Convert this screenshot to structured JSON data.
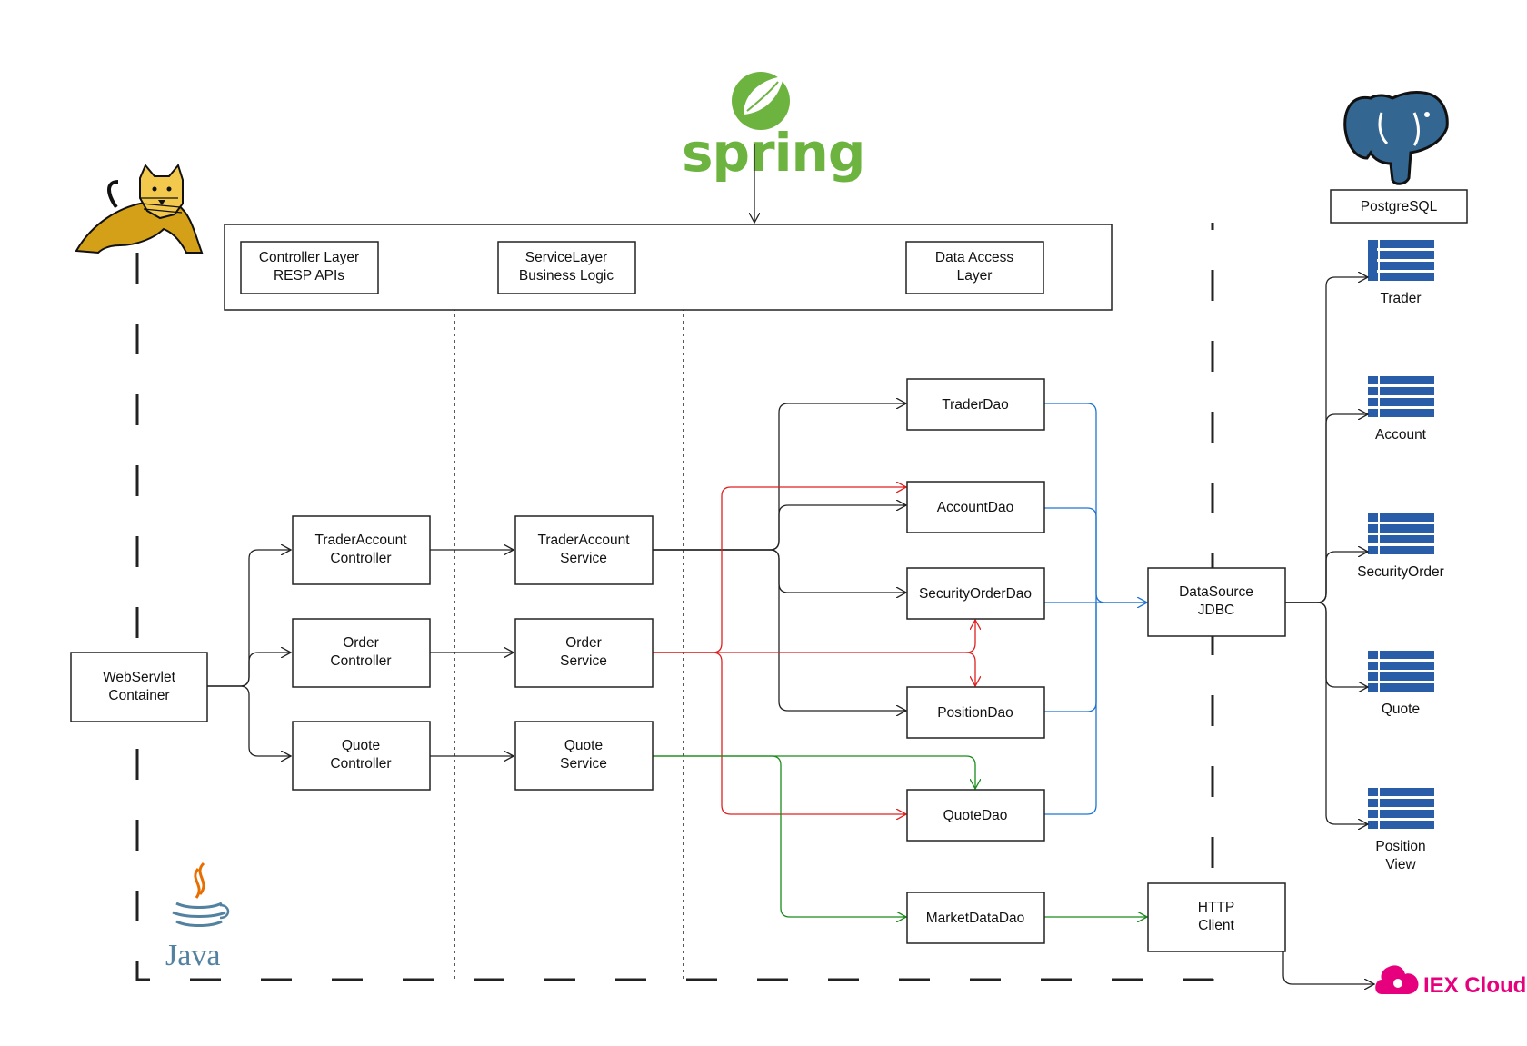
{
  "layers": {
    "controller": [
      "Controller Layer",
      "RESP APIs"
    ],
    "service": [
      "ServiceLayer",
      "Business Logic"
    ],
    "dao": [
      "Data Access",
      "Layer"
    ]
  },
  "nodes": {
    "webservlet": [
      "WebServlet",
      "Container"
    ],
    "trader_controller": [
      "TraderAccount",
      "Controller"
    ],
    "order_controller": [
      "Order",
      "Controller"
    ],
    "quote_controller": [
      "Quote",
      "Controller"
    ],
    "trader_service": [
      "TraderAccount",
      "Service"
    ],
    "order_service": [
      "Order",
      "Service"
    ],
    "quote_service": [
      "Quote",
      "Service"
    ],
    "trader_dao": "TraderDao",
    "account_dao": "AccountDao",
    "security_order_dao": "SecurityOrderDao",
    "position_dao": "PositionDao",
    "quote_dao": "QuoteDao",
    "market_data_dao": "MarketDataDao",
    "datasource": [
      "DataSource",
      "JDBC"
    ],
    "http_client": [
      "HTTP",
      "Client"
    ]
  },
  "database": {
    "name": "PostgreSQL",
    "tables": [
      "Trader",
      "Account",
      "SecurityOrder",
      "Quote"
    ],
    "position_view": [
      "Position",
      "View"
    ]
  },
  "brands": {
    "spring": "spring",
    "java": "Java",
    "iex": "IEX Cloud"
  },
  "colors": {
    "line": "#222222",
    "red_flow": "#e02020",
    "green_flow": "#1a8a1a",
    "blue_flow": "#1e73d2",
    "spring_green": "#6db33f",
    "postgres_blue": "#336791",
    "table_blue": "#2a5da8",
    "iex_pink": "#e6007e",
    "java_blue": "#5382a1",
    "java_orange": "#e76f00",
    "tomcat_yellow": "#d4a017"
  }
}
